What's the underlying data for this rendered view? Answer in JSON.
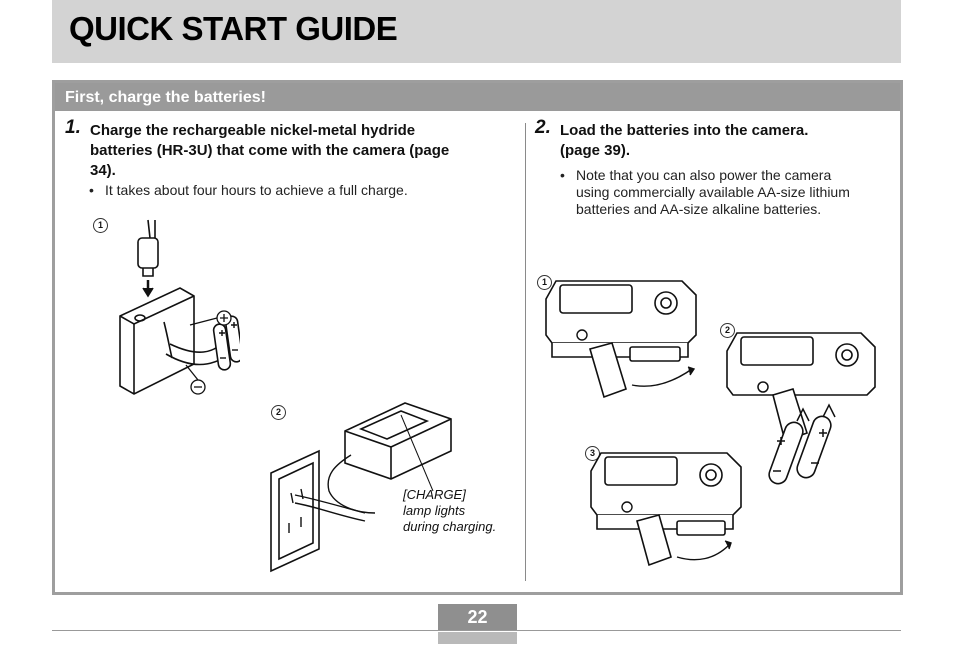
{
  "header": {
    "title": "QUICK START GUIDE"
  },
  "section": {
    "title": "First, charge the batteries!"
  },
  "step1": {
    "number": "1.",
    "lines": [
      "Charge the rechargeable nickel-metal hydride",
      "batteries (HR-3U) that come with the camera (page",
      "34)."
    ],
    "bullet": "It takes about four hours to achieve a full charge.",
    "markers": [
      "1",
      "2"
    ],
    "charge_label_lines": [
      "[CHARGE]",
      "lamp lights",
      "during charging."
    ]
  },
  "step2": {
    "number": "2.",
    "lines": [
      "Load the batteries into the camera.",
      "(page 39)."
    ],
    "bullet_lines": [
      "Note that you can also power the camera",
      "using commercially available AA-size lithium",
      "batteries and AA-size alkaline batteries."
    ],
    "markers": [
      "1",
      "2",
      "3"
    ]
  },
  "footer": {
    "page_number": "22"
  },
  "colors": {
    "header_bg": "#d3d3d3",
    "section_bg": "#9a9a9a",
    "page_num_bg": "#8f8f8f"
  }
}
